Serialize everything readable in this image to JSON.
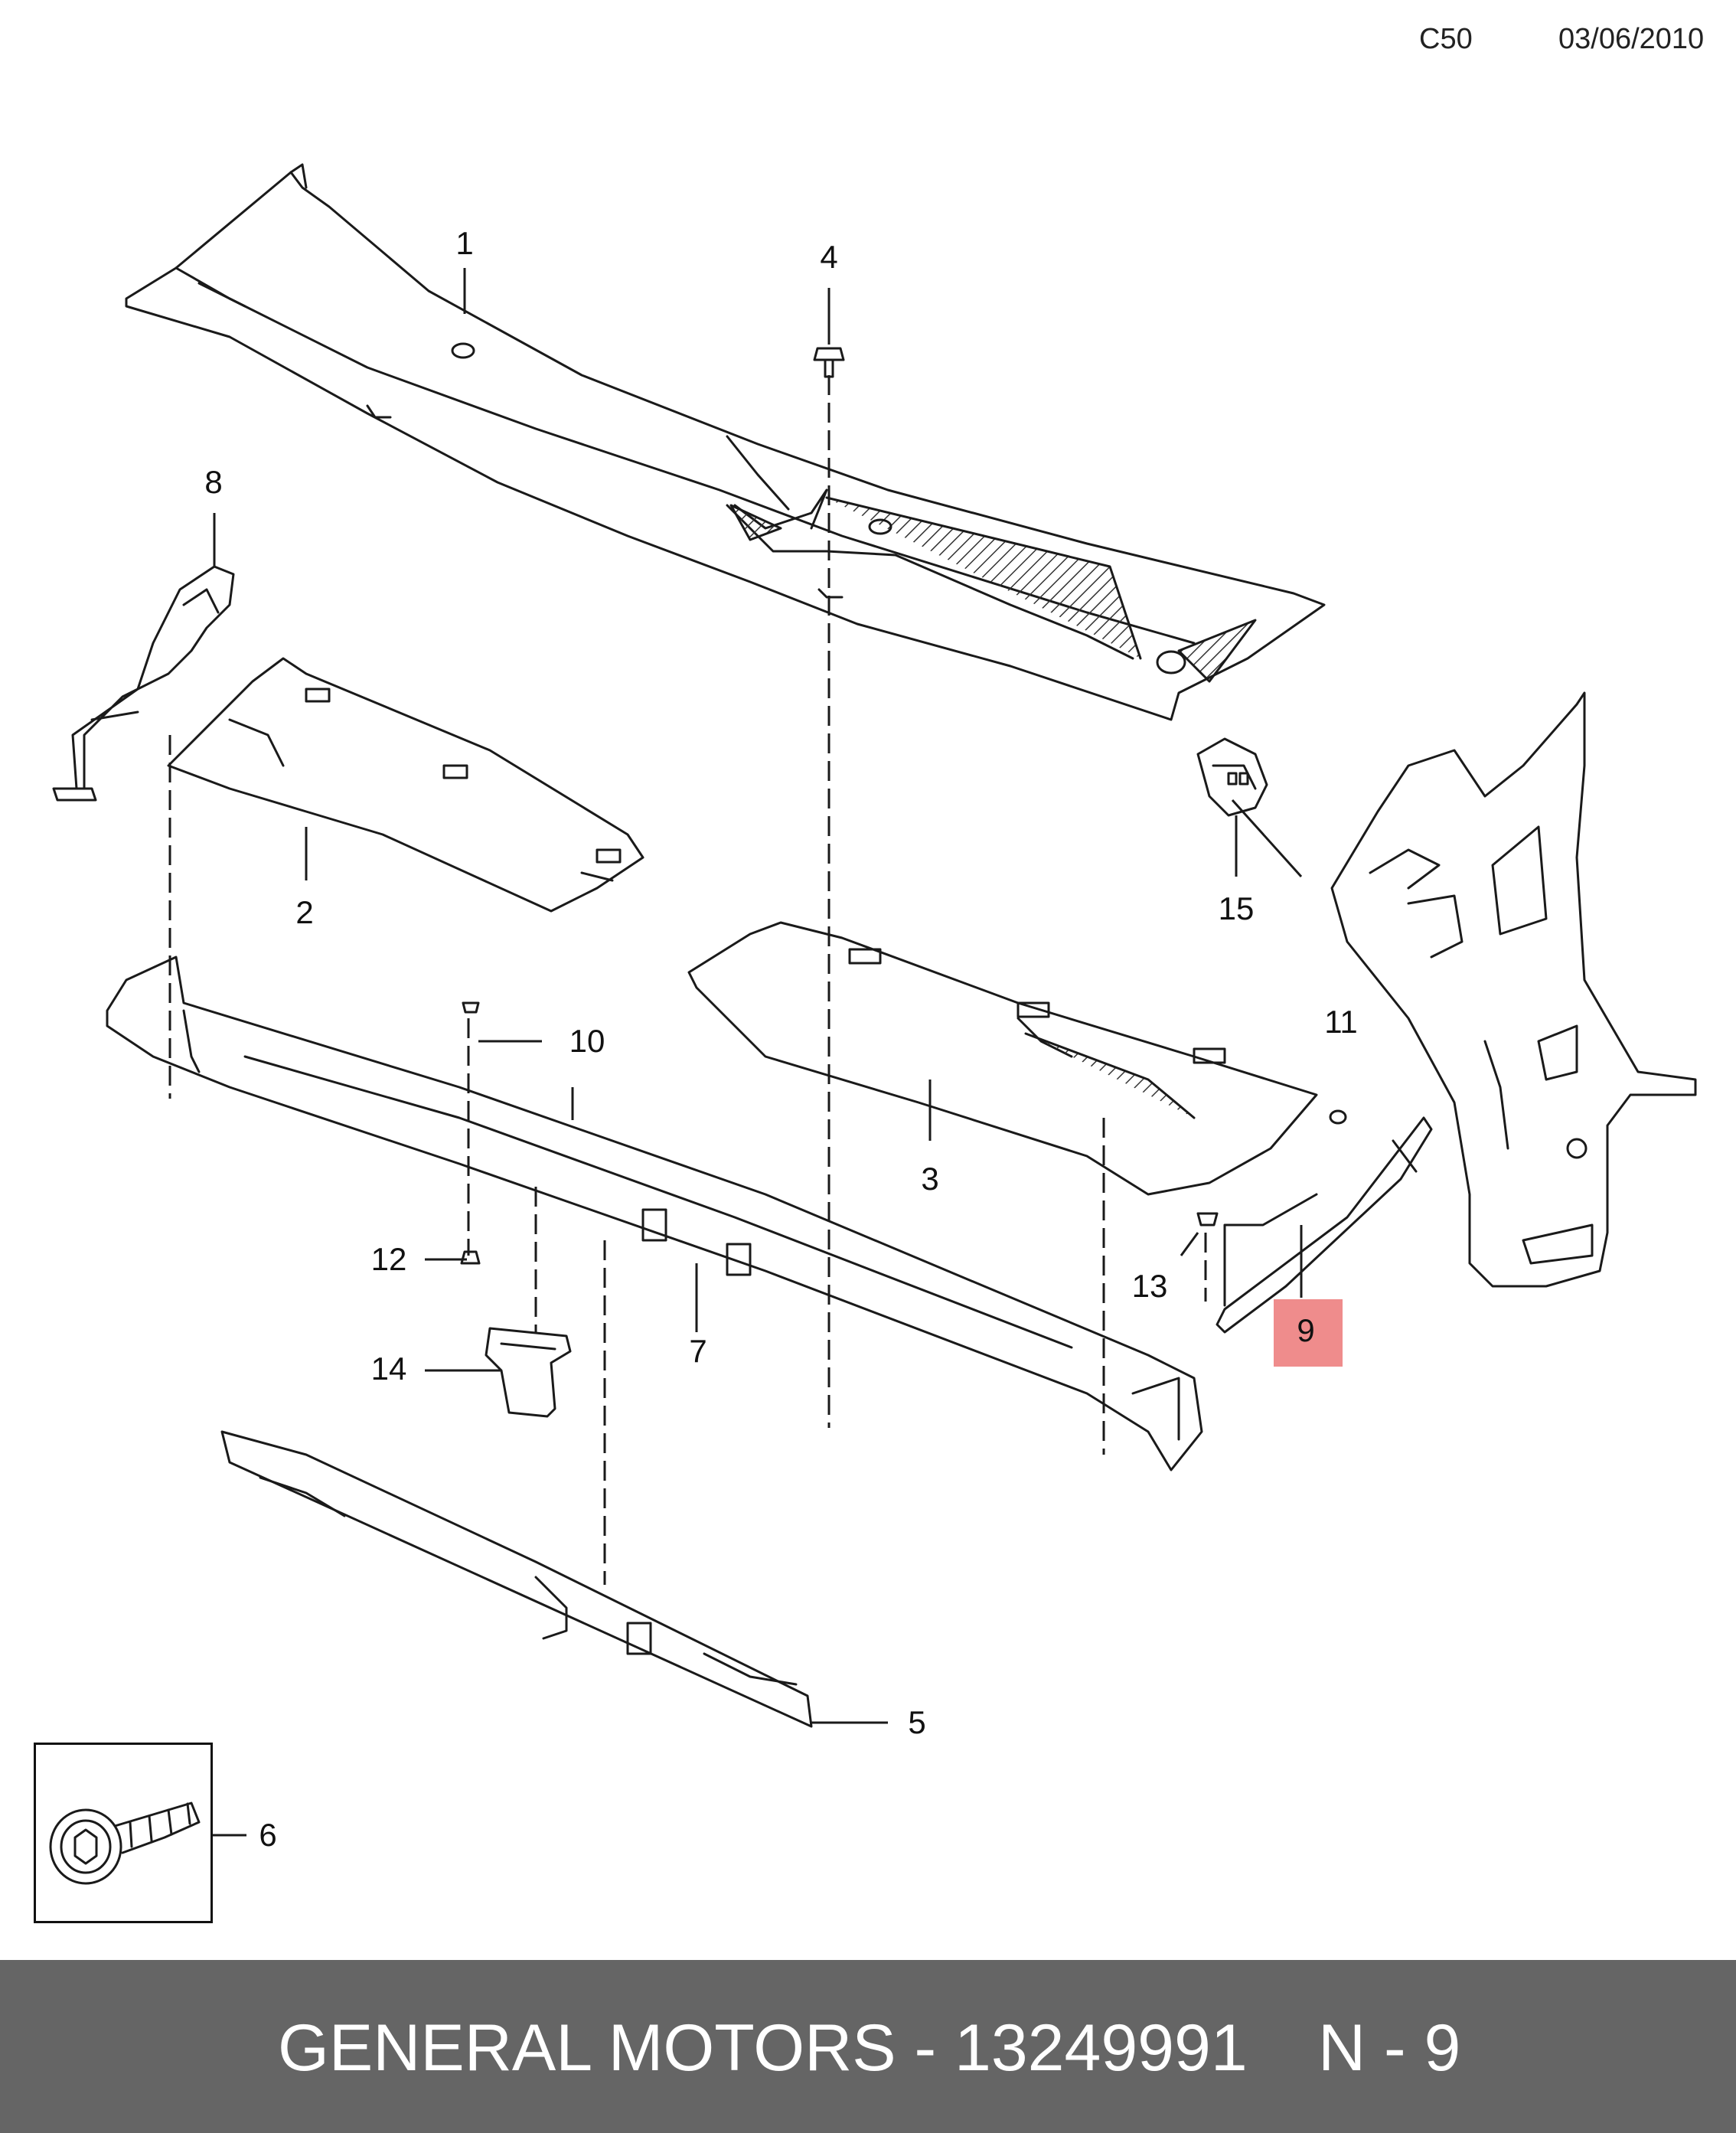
{
  "header": {
    "code": "C50",
    "date": "03/06/2010"
  },
  "highlight_color": "#ef8c8c",
  "footer_color": "#656565",
  "callouts": [
    {
      "key": "c1",
      "label": "1"
    },
    {
      "key": "c2",
      "label": "2"
    },
    {
      "key": "c3",
      "label": "3"
    },
    {
      "key": "c4",
      "label": "4"
    },
    {
      "key": "c5",
      "label": "5"
    },
    {
      "key": "c6",
      "label": "6"
    },
    {
      "key": "c7",
      "label": "7"
    },
    {
      "key": "c8",
      "label": "8"
    },
    {
      "key": "c9",
      "label": "9",
      "highlighted": true
    },
    {
      "key": "c10",
      "label": "10"
    },
    {
      "key": "c11",
      "label": "11"
    },
    {
      "key": "c12",
      "label": "12"
    },
    {
      "key": "c13",
      "label": "13"
    },
    {
      "key": "c14",
      "label": "14"
    },
    {
      "key": "c15",
      "label": "15"
    }
  ],
  "footer": {
    "text": "GENERAL MOTORS - 13249991",
    "ref": "N - 9"
  }
}
